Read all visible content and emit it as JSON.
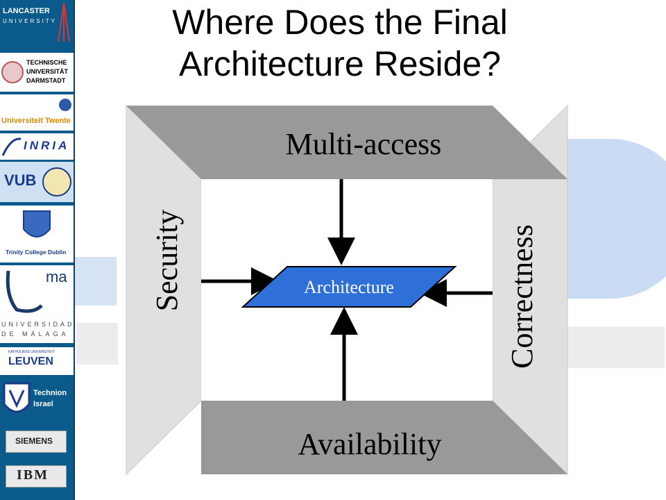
{
  "title": {
    "line1": "Where Does the Final",
    "line2": "Architecture Reside?"
  },
  "diagram": {
    "top_label": "Multi-access",
    "bottom_label": "Availability",
    "left_label": "Security",
    "right_label": "Correctness",
    "center_label": "Architecture"
  },
  "sidebar": {
    "lancaster": {
      "line1": "LANCASTER",
      "line2": "UNIVERSITY"
    },
    "darmstadt": {
      "line1": "TECHNISCHE",
      "line2": "UNIVERSITÄT",
      "line3": "DARMSTADT"
    },
    "twente": "Universiteit Twente",
    "inria": "INRIA",
    "vub": "VUB",
    "trinity": "Trinity College Dublin",
    "malaga": {
      "mark": "ma",
      "line1": "UNIVERSIDAD",
      "line2": "DE MÁLAGA"
    },
    "leuven": {
      "small": "KATHOLIEKE UNIVERSITEIT",
      "big": "LEUVEN"
    },
    "technion": {
      "line1": "Technion",
      "line2": "Israel"
    },
    "siemens": "SIEMENS",
    "ibm": "IBM"
  },
  "colors": {
    "sidebar": "#0a5a8c",
    "panel_dark": "#999999",
    "panel_light": "#e0e0e0",
    "architecture_fill": "#2f6fd8"
  }
}
